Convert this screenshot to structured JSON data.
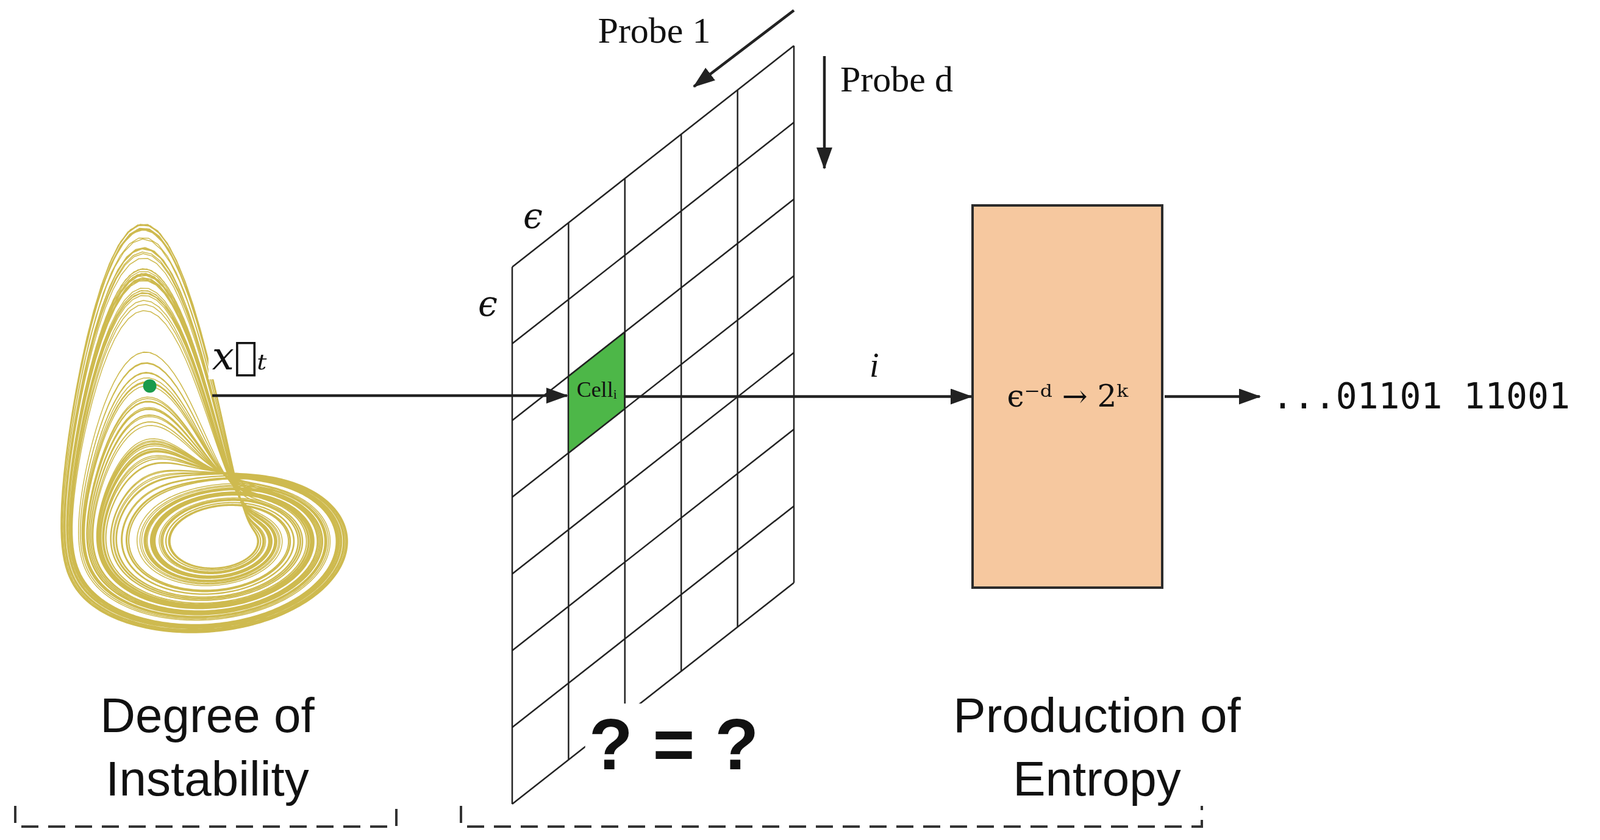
{
  "diagram": {
    "nodes": [
      {
        "text": [
          "Cellᵢ"
        ]
      },
      {
        "text": [
          "ϵ⁻ᵈ → 2ᵏ"
        ]
      }
    ],
    "edges": [
      {
        "from": 0,
        "to": 1,
        "arrow": "to",
        "label": "i"
      }
    ],
    "labels": [
      "Probe 1",
      "Probe d",
      "ϵ",
      "ϵ",
      "x⃗ₜ",
      "...01101 11001",
      "? = ?",
      "Degree of Instability",
      "Production of Entropy"
    ]
  }
}
